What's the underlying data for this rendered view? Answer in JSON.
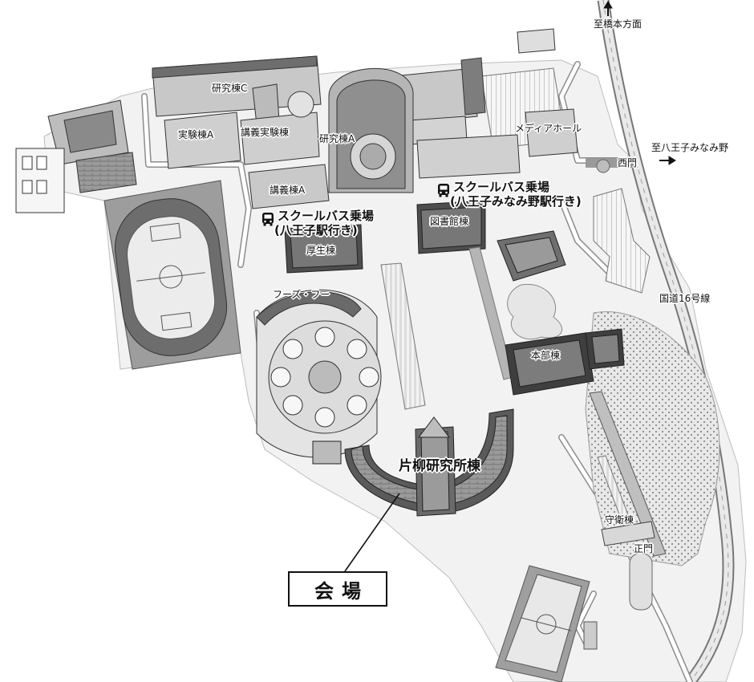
{
  "map": {
    "labels": {
      "hashimoto": "至橋本方面",
      "minamino": "至八王子みなみ野",
      "kenkyu_c": "研究棟C",
      "jikken_a": "実験棟A",
      "kogi_jikken": "講義実験棟",
      "kenkyu_a": "研究棟A",
      "media_hall": "メディアホール",
      "nishimon": "西門",
      "kogi_a": "講義棟A",
      "toshokan": "図書館棟",
      "kosei": "厚生棟",
      "fuse_fu": "フーズ・フー",
      "kokudo": "国道16号線",
      "honbu": "本部棟",
      "katayanagi": "片柳研究所棟",
      "shuei": "守衛棟",
      "seimon": "正門"
    },
    "bus_stops": [
      {
        "line1": "スクールバス乗場",
        "line2": "(八王子みなみ野駅行き)"
      },
      {
        "line1": "スクールバス乗場",
        "line2": "(八王子駅行き)"
      }
    ],
    "venue": "会場",
    "icons": {
      "bus": "bus-icon",
      "arrow": "arrow-icon"
    }
  }
}
